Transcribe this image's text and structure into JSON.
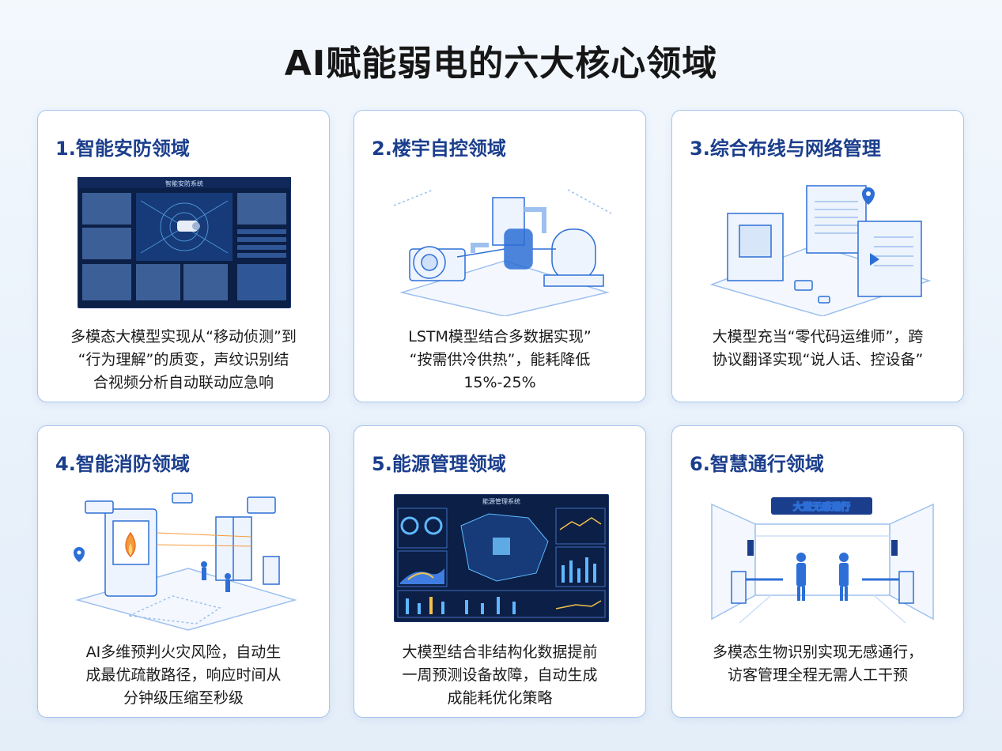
{
  "page": {
    "title": "AI赋能弱电的六大核心领域"
  },
  "cards": [
    {
      "title": "1.智能安防领域",
      "desc_lines": [
        "多模态大模型实现从“移动侦测”到",
        "“行为理解”的质变，声纹识别结",
        "合视频分析自动联动应急响"
      ],
      "screen_title": "智能安防系统"
    },
    {
      "title": "2.楼宇自控领域",
      "desc_lines": [
        "LSTM模型结合多数据实现”",
        "“按需供冷供热”，能耗降低",
        "15%-25%"
      ]
    },
    {
      "title": "3.综合布线与网络管理",
      "desc_lines": [
        "大模型充当“零代码运维师”，跨",
        "协议翻译实现“说人话、控设备”"
      ]
    },
    {
      "title": "4.智能消防领域",
      "desc_lines": [
        "AI多维预判火灾风险，自动生",
        "成最优疏散路径，响应时间从",
        "分钟级压缩至秒级"
      ]
    },
    {
      "title": "5.能源管理领域",
      "desc_lines": [
        "大模型结合非结构化数据提前",
        "一周预测设备故障，自动生成",
        "成能耗优化策略"
      ],
      "screen_title": "能源管理系统"
    },
    {
      "title": "6.智慧通行领域",
      "desc_lines": [
        "多模态生物识别实现无感通行，",
        "访客管理全程无需人工干预"
      ],
      "sign_text": "大堂无感通行"
    }
  ],
  "colors": {
    "accent": "#1b3e8c",
    "card_border": "#a9c6ea",
    "line_art": "#2d6fd6",
    "screen_bg": "#0c1f46"
  }
}
